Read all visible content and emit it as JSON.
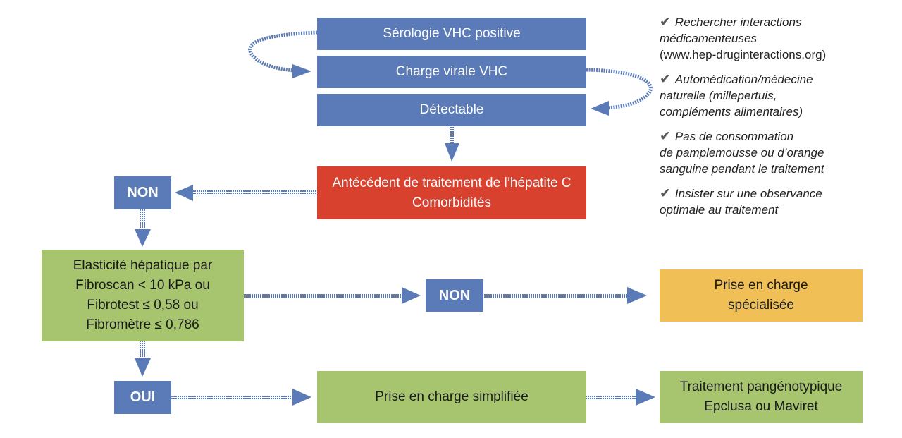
{
  "colors": {
    "blue": "#5b7bb8",
    "red": "#d9412f",
    "green": "#a6c56e",
    "yellow": "#f0c057",
    "connector": "#5b7bb8"
  },
  "steps": {
    "serologie": "Sérologie VHC positive",
    "charge_virale": "Charge virale VHC",
    "detectable": "Détectable",
    "antecedent": {
      "line1": "Antécédent de traitement de l’hépatite C",
      "line2": "Comorbidités"
    },
    "non_top": "NON",
    "elasticite": {
      "line1": "Elasticité hépatique par",
      "line2": "Fibroscan < 10 kPa ou",
      "line3": "Fibrotest ≤ 0,58 ou",
      "line4": "Fibromètre ≤ 0,786"
    },
    "non_middle": "NON",
    "prise_specialisee": {
      "line1": "Prise en charge",
      "line2": "spécialisée"
    },
    "oui": "OUI",
    "prise_simplifiee": "Prise en charge simplifiée",
    "traitement": {
      "line1": "Traitement pangénotypique",
      "line2": "Epclusa ou Maviret"
    }
  },
  "notes": [
    {
      "icon": "checkmark-icon",
      "lines": [
        "Rechercher interactions",
        "médicamenteuses",
        "(www.hep-druginteractions.org)"
      ]
    },
    {
      "icon": "checkmark-icon",
      "lines": [
        "Automédication/médecine",
        "naturelle (millepertuis,",
        "compléments alimentaires)"
      ]
    },
    {
      "icon": "checkmark-icon",
      "lines": [
        "Pas de consommation",
        "de pamplemousse ou d’orange",
        "sanguine pendant le traitement"
      ]
    },
    {
      "icon": "checkmark-icon",
      "lines": [
        "Insister sur une observance",
        "optimale au traitement"
      ]
    }
  ]
}
